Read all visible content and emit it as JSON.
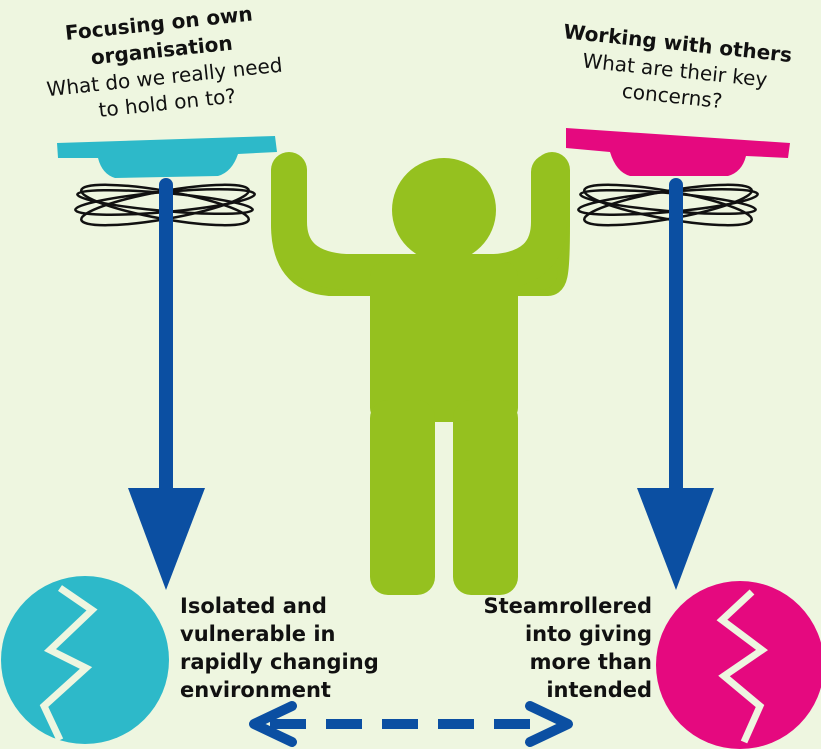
{
  "left": {
    "title_line1": "Focusing on own",
    "title_line2": "organisation",
    "question_line1": "What do we really need",
    "question_line2": "to hold on to?",
    "outcome_lines": [
      "Isolated and",
      "vulnerable in",
      "rapidly changing",
      "environment"
    ],
    "color": "#2db9c9"
  },
  "right": {
    "title": "Working with others",
    "question_line1": "What are their key",
    "question_line2": "concerns?",
    "outcome_lines": [
      "Steamrollered",
      "into giving",
      "more than",
      "intended"
    ],
    "color": "#e5097f"
  },
  "figure": {
    "color": "#95c11f"
  },
  "arrow_color": "#0b4fa2",
  "background_color": "#eef6e0"
}
